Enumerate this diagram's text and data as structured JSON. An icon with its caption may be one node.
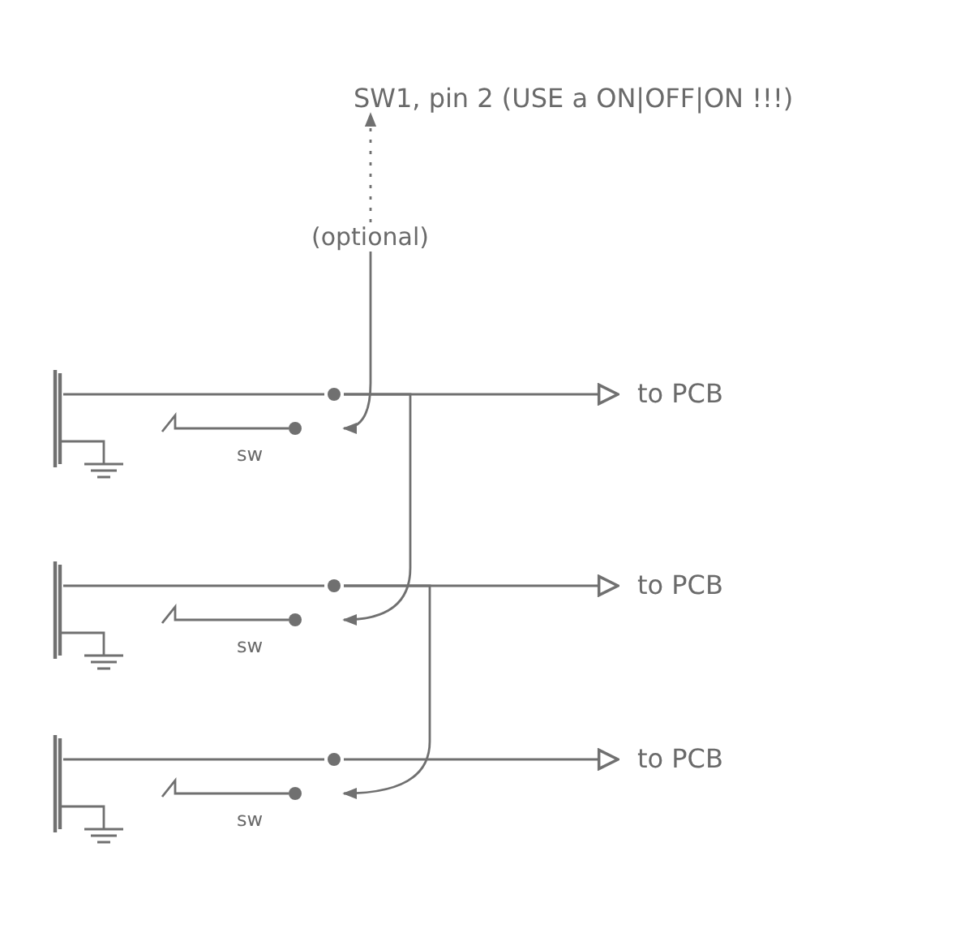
{
  "diagram": {
    "nodes": [
      {
        "text": [
          "SW1, pin 2 (USE a ON|OFF|ON !!!)"
        ]
      },
      {
        "text": [
          "(optional)"
        ]
      },
      {
        "text": [
          "to PCB"
        ]
      },
      {
        "text": [
          "to PCB"
        ]
      },
      {
        "text": [
          "to PCB"
        ]
      },
      {
        "text": [
          "sw"
        ]
      },
      {
        "text": [
          "sw"
        ]
      },
      {
        "text": [
          "sw"
        ]
      }
    ],
    "edges": [
      {
        "from": 1,
        "to": 0,
        "arrow": "to",
        "style": "dashed"
      },
      {
        "from": 1,
        "to": 5,
        "arrow": "to"
      },
      {
        "from": 5,
        "to": 2,
        "arrow": "to"
      },
      {
        "from": 5,
        "to": 6,
        "arrow": "to"
      },
      {
        "from": 6,
        "to": 3,
        "arrow": "to"
      },
      {
        "from": 6,
        "to": 7,
        "arrow": "to"
      },
      {
        "from": 7,
        "to": 4,
        "arrow": "to"
      }
    ]
  }
}
